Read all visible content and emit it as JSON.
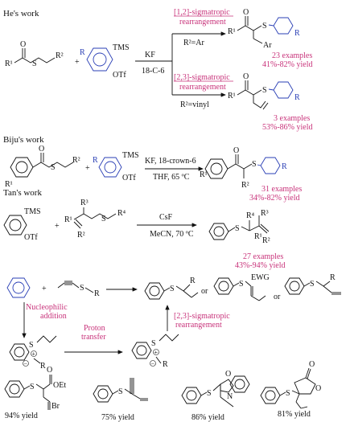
{
  "headings": {
    "he": "He's work",
    "biju": "Biju's work",
    "tan": "Tan's work"
  },
  "he": {
    "reagent_1": "KF",
    "reagent_2": "18-C-6",
    "route_a_title_1": "[1,2]-sigmatropic",
    "route_a_title_2": "rearrangement",
    "route_a_cond": "R²=Ar",
    "route_a_examples": "23 examples",
    "route_a_yield": "41%-82% yield",
    "route_b_title_1": "[2,3]-sigmatropic",
    "route_b_title_2": "rearrangement",
    "route_b_cond": "R²=vinyl",
    "route_b_examples": "3 examples",
    "route_b_yield": "53%-86% yield",
    "labels": {
      "r1": "R¹",
      "r2": "R²",
      "s": "S",
      "r": "R",
      "tms": "TMS",
      "otf": "OTf",
      "ar": "Ar",
      "o": "O"
    }
  },
  "biju": {
    "reagent_1": "KF, 18-crown-6",
    "reagent_2": "THF, 65 ºC",
    "examples": "31 examples",
    "yield": "34%-82% yield",
    "labels": {
      "r1": "R¹",
      "r2": "R²",
      "s": "S",
      "r": "R",
      "tms": "TMS",
      "otf": "OTf",
      "o": "O"
    }
  },
  "tan": {
    "reagent_1": "CsF",
    "reagent_2": "MeCN, 70 ºC",
    "examples": "27 examples",
    "yield": "43%-94% yield",
    "labels": {
      "r1": "R¹",
      "r2": "R²",
      "r3": "R³",
      "r4": "R⁴",
      "s": "S",
      "tms": "TMS",
      "otf": "OTf"
    }
  },
  "mechanism": {
    "step_1_a": "Nucleophilic",
    "step_1_b": "addition",
    "step_2_a": "Proton",
    "step_2_b": "transfer",
    "step_3_a": "[2,3]-sigmatropic",
    "step_3_b": "rearrangement",
    "or_1": "or",
    "or_2": "or",
    "ewg": "EWG",
    "plus": "+",
    "labels": {
      "s": "S",
      "r": "R",
      "plus_charge": "+",
      "minus_charge": "−"
    }
  },
  "examples": [
    {
      "yield": "94% yield",
      "groups": [
        "OEt",
        "O",
        "Br"
      ]
    },
    {
      "yield": "75% yield",
      "groups": []
    },
    {
      "yield": "86% yield",
      "groups": [
        "O",
        "N"
      ]
    },
    {
      "yield": "81% yield",
      "groups": [
        "O",
        "O"
      ]
    }
  ],
  "colors": {
    "accent": "#c8327a",
    "aryne": "#2a3fb5",
    "text": "#111111"
  }
}
